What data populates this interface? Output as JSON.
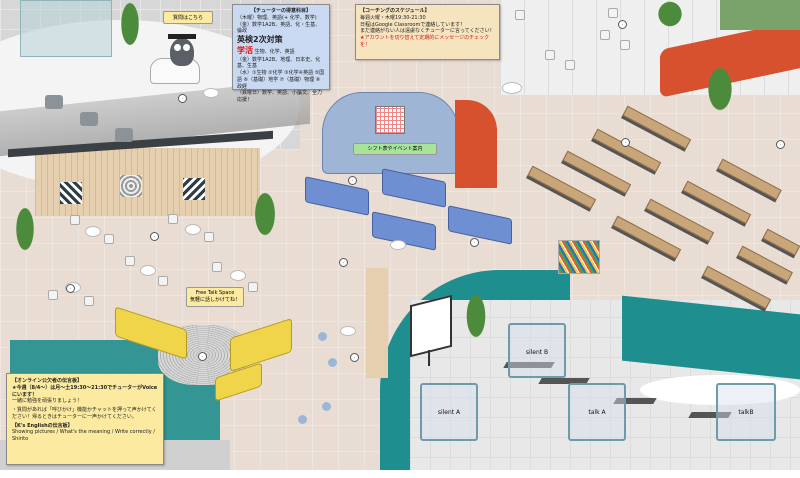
{
  "window": {
    "width": 800,
    "height": 478
  },
  "signs": {
    "help_desk": "質問はこちら",
    "shift_board": "シフト表やイベント案内",
    "free_talk_line1": "Free Talk Space",
    "free_talk_line2": "気軽に話しかけてね！"
  },
  "subjects_panel": {
    "title": "【チューターの得意科目】",
    "row1": "（木曜）物理、英語(+ 化学、数学)",
    "row2": "（金）数学1A2B、英語、化・生基、倫政",
    "row3_big": "英検2次対策",
    "row4_big": "学活",
    "row4_rest": "生物、化学、英語",
    "row5": "（金）数学1A2B、地理、日本史、化基、生基",
    "row6": "（水）①生物 ②化学 ③化学④英語 ⑤国語 ⑥（基礎）地学 ⑦（基礎）物理 ⑧政経",
    "row7": "（鉄曜日）数学、英語、小論文、全力応援！"
  },
  "schedule_panel": {
    "title": "【コーチングのスケジュール】",
    "line1": "毎週火曜・木曜19:30-21:30",
    "line2": "日程はGoogle Classroomで連絡しています！",
    "line3": "まだ連絡がない人は遠慮なくチューターに言ってください！",
    "line4_red": "★アカウントを切り替えて定期的にメッセージのチェックを！"
  },
  "notice_panel": {
    "title": "【オンライン公欠者の伝言板】",
    "line1": "★今週（8/4〜）は月〜土19:30〜21:30でチューターがVoiceにいます！",
    "line2": "一緒に勉強を頑張りましょう！",
    "line3": "・質問があれば「呼びかけ」機能かチャットを押って声かけてください！帰るときはチューターに一声かけてください。",
    "title2": "【K's Englishの伝言板】",
    "line4": "Showing pictures / What's the meaning / Write correctly / Shirito"
  },
  "zones": {
    "silent_a": "silent A",
    "silent_b": "silent B",
    "talk_a": "talk A",
    "talk_b": "talkB"
  },
  "icons": {
    "ghost": "ghost-avatar-icon",
    "plant": "potted-plant-icon",
    "owl": "owl-mascot-icon",
    "pencils": "colored-pencils-icon",
    "calendar": "calendar-board-icon",
    "projector": "projector-screen-icon"
  },
  "colors": {
    "teal_wall": "#1f8e8e",
    "red_wall": "#d8512e",
    "blue_sofa": "#6f8fd3",
    "yellow_sofa": "#f0d44a",
    "floor": "#e9ddd3"
  }
}
